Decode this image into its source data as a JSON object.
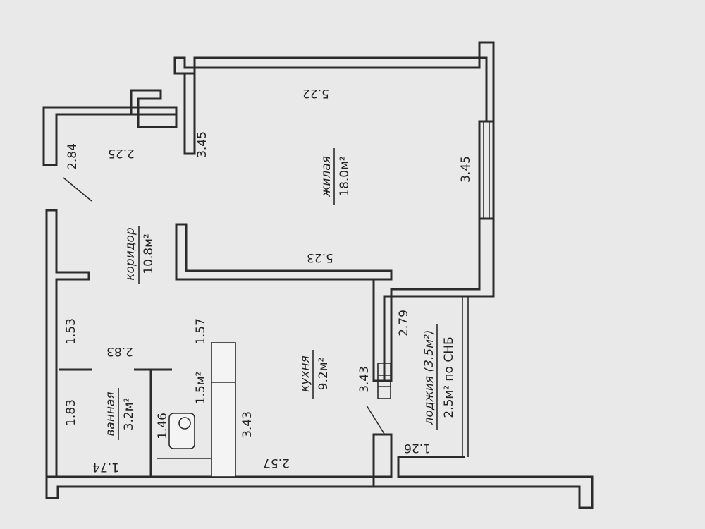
{
  "rooms": {
    "living": {
      "name": "жилая",
      "area": "18.0м²"
    },
    "corridor": {
      "name": "коридор",
      "area": "10.8м²"
    },
    "kitchen": {
      "name": "кухня",
      "area": "9.2м²"
    },
    "bathroom": {
      "name": "ванная",
      "area": "3.2м²"
    },
    "toilet": {
      "area": "1.5м²"
    },
    "loggia": {
      "name": "лоджия (3.5м²)",
      "area": "2.5м² по СНБ"
    }
  },
  "dimensions": {
    "d_522": "5.22",
    "d_345_left": "3.45",
    "d_345_right": "3.45",
    "d_523": "5.23",
    "d_225": "2.25",
    "d_284": "2.84",
    "d_153": "1.53",
    "d_283": "2.83",
    "d_157": "1.57",
    "d_183": "1.83",
    "d_146": "1.46",
    "d_174": "1.74",
    "d_343_kitchen": "3.43",
    "d_343_wall": "3.43",
    "d_279": "2.79",
    "d_257": "2.57",
    "d_126": "1.26"
  }
}
